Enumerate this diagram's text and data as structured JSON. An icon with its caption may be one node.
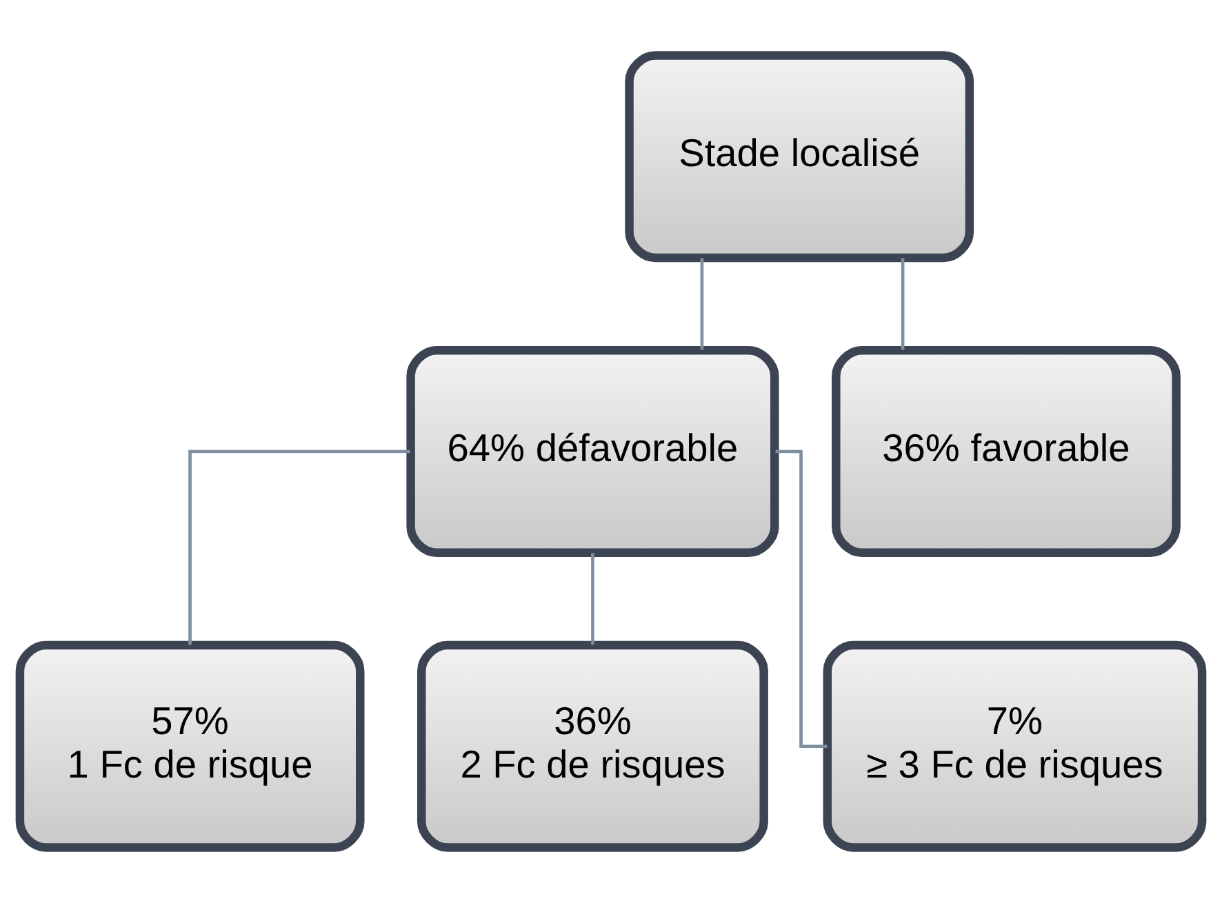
{
  "diagram": {
    "nodes": [
      {
        "text": [
          "Stade localisé"
        ]
      },
      {
        "text": [
          "64% défavorable"
        ]
      },
      {
        "text": [
          "36% favorable"
        ]
      },
      {
        "text": [
          "57%",
          "1 Fc de risque"
        ]
      },
      {
        "text": [
          "36%",
          "2 Fc de risques"
        ]
      },
      {
        "text": [
          "7%",
          "≥ 3 Fc de risques"
        ]
      }
    ],
    "edges": [
      {
        "from": 0,
        "to": 1,
        "arrow": "none"
      },
      {
        "from": 0,
        "to": 2,
        "arrow": "none"
      },
      {
        "from": 1,
        "to": 3,
        "arrow": "none"
      },
      {
        "from": 1,
        "to": 4,
        "arrow": "none"
      },
      {
        "from": 1,
        "to": 5,
        "arrow": "none"
      }
    ]
  }
}
